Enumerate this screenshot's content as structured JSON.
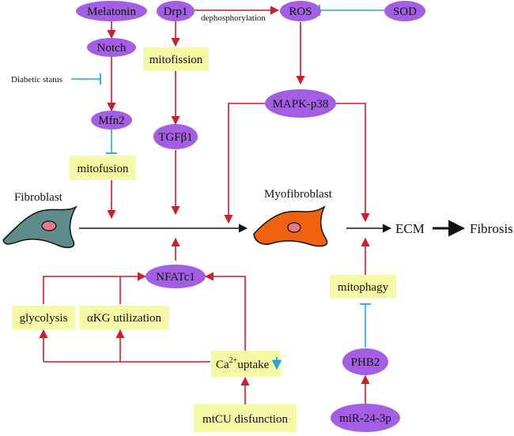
{
  "colors": {
    "oval": "#a35ee3",
    "box": "#f5f9a6",
    "red": "#cc1f2b",
    "blue": "#2aa3d6",
    "black": "#111111",
    "fibroblast": "#5d8c8a",
    "myofibroblast": "#f0620e",
    "nucleus": "#e6798a"
  },
  "ovals": {
    "melatonin": "Melatonin",
    "drp1": "Drp1",
    "ros": "ROS",
    "sod": "SOD",
    "notch": "Notch",
    "mfn2": "Mfn2",
    "tgfb1": "TGFβ1",
    "mapk_p38": "MAPK-p38",
    "nfatc1": "NFATc1",
    "phb2": "PHB2",
    "mir_24_3p": "miR-24-3p"
  },
  "boxes": {
    "mitofission": "mitofission",
    "mitofusion": "mitofusion",
    "glycolysis": "glycolysis",
    "akg_utilization": "αKG utilization",
    "ca_uptake": {
      "base": "Ca",
      "superscript": "2+",
      "rest": "uptake"
    },
    "mtcu_disfunction": "mtCU disfunction",
    "mitophagy": "mitophagy"
  },
  "labels": {
    "dephosphorylation": "dephosphorylation",
    "diabetic_status": "Diabetic status",
    "fibroblast": "Fibroblast",
    "myofibroblast": "Myofibroblast",
    "ecm": "ECM",
    "fibrosis": "Fibrosis"
  },
  "icons": {
    "arrow_activation": "arrow-activation-icon",
    "inhibition": "inhibition-bar-icon",
    "down_arrow": "down-arrow-icon",
    "cell": "cell-icon"
  }
}
